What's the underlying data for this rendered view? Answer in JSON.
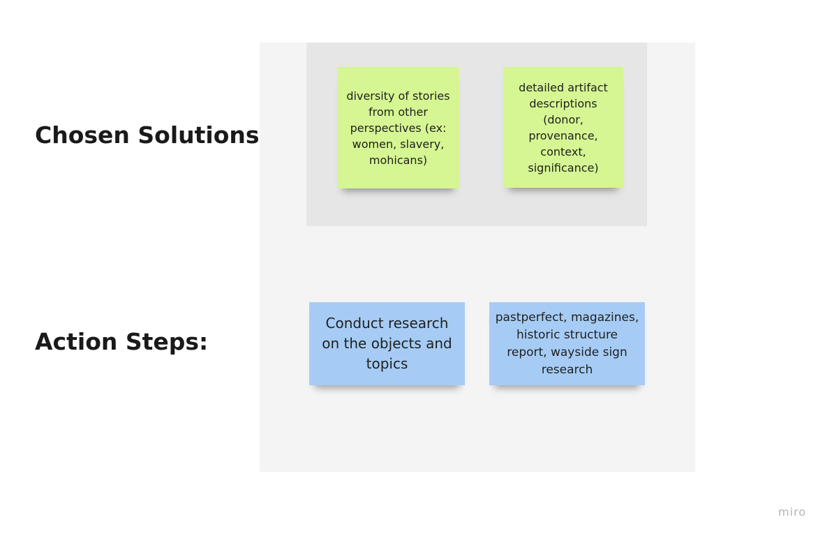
{
  "labels": {
    "chosen_solutions": "Chosen Solutions:",
    "action_steps": "Action Steps:"
  },
  "notes": {
    "diversity": "diversity of stories from other perspectives (ex: women, slavery, mohicans)",
    "artifact": "detailed artifact descriptions (donor, provenance, context, significance)",
    "research": "Conduct research on the objects and topics",
    "sources": "pastperfect, magazines, historic structure report, wayside sign research"
  },
  "watermark": "miro",
  "colors": {
    "solution_note": "#d5f692",
    "action_note": "#a6ccf5",
    "outer_frame": "#f4f4f4",
    "inner_frame": "#e6e6e6"
  }
}
